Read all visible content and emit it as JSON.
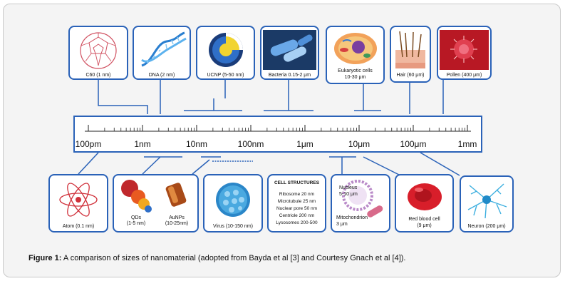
{
  "ruler": {
    "ticks": [
      "100pm",
      "1nm",
      "10nm",
      "100nm",
      "1μm",
      "10μm",
      "100μm",
      "1mm"
    ]
  },
  "top_items": [
    {
      "name": "c60",
      "label": "C60 (1 nm)"
    },
    {
      "name": "dna",
      "label": "DNA (2 nm)"
    },
    {
      "name": "ucnp",
      "label": "UCNP (5-50 nm)"
    },
    {
      "name": "bacteria",
      "label": "Bacteria 0.15-2 μm"
    },
    {
      "name": "eukaryotic",
      "label": "Eukaryotic cells",
      "label2": "10-30 μm"
    },
    {
      "name": "hair",
      "label": "Hair (60 μm)"
    },
    {
      "name": "pollen",
      "label": "Pollen (400 μm)"
    }
  ],
  "bottom_items": {
    "atom": "Atom (0.1 nm)",
    "qds": "QDs",
    "qds_range": "(1-5 nm)",
    "aunps": "AuNPs",
    "aunps_range": "(10-25nm)",
    "virus": "Virus (10-150 nm)",
    "cell_structures": {
      "title": "CELL STRUCTURES",
      "lines": [
        "Ribosome 20 nm",
        "Microtubule 25 nm",
        "Nuclear pore 50 nm",
        "Centriole 200 nm",
        "Lysosomes 200-500"
      ]
    },
    "nucleus": "Nucleus",
    "nucleus_range": "5-10 μm",
    "mitochondrion": "Mitochondrion",
    "mitochondrion_range": "3 μm",
    "rbc": "Red blood cell",
    "rbc_range": "(9 μm)",
    "neuron": "Neuron (200 μm)"
  },
  "caption": {
    "prefix": "Figure 1:",
    "text": " A comparison of sizes of nanomaterial (adopted from Bayda et al [3] and Courtesy Gnach et al [4])."
  },
  "colors": {
    "frame_blue": "#2a62b8",
    "rbc_red": "#d81e2a",
    "virus_blue": "#4aa9e0"
  }
}
